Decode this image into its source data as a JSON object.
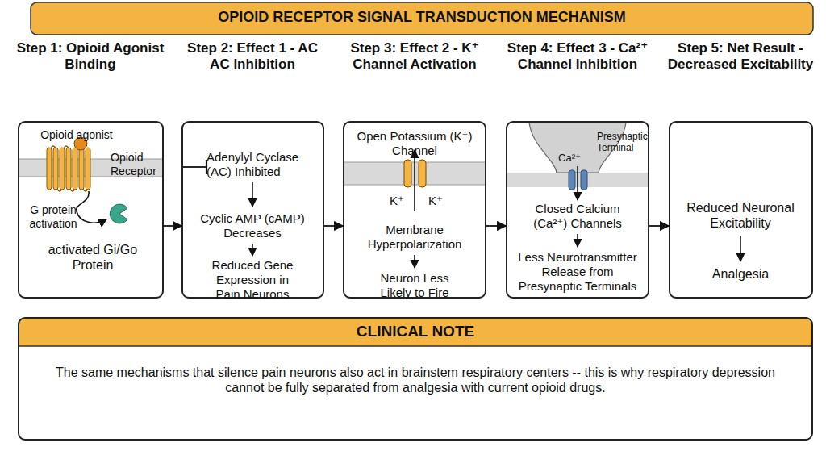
{
  "diagram": {
    "title": "OPIOID RECEPTOR SIGNAL TRANSDUCTION MECHANISM",
    "nodes": [
      {
        "text": [
          "Step 1: Opioid Agonist Binding",
          "Opioid agonist",
          "Opioid Receptor",
          "G protein activation",
          "activated Gi/Go Protein"
        ]
      },
      {
        "text": [
          "Step 2: Effect 1 - AC AC Inhibition",
          "Adenylyl Cyclase (AC) Inhibited",
          "Cyclic AMP (cAMP) Decreases",
          "Reduced Gene Expression in Pain Neurons"
        ]
      },
      {
        "text": [
          "Step 3: Effect 2 - K⁺ Channel Activation",
          "Open Potassium (K⁺) Channel",
          "K⁺",
          "K⁺",
          "Membrane Hyperpolarization",
          "Neuron Less Likely to Fire"
        ]
      },
      {
        "text": [
          "Step 4: Effect 3 - Ca²⁺ Channel Inhibition",
          "Presynaptic Terminal",
          "Ca²⁺",
          "Closed Calcium (Ca²⁺) Channels",
          "Less Neurotransmitter Release from Presynaptic Terminals"
        ]
      },
      {
        "text": [
          "Step 5: Net Result - Decreased Excitability",
          "Reduced Neuronal Excitability",
          "Analgesia"
        ]
      },
      {
        "text": [
          "CLINICAL NOTE",
          "The same mechanisms that silence pain neurons also act in brainstem respiratory centers -- this is why respiratory depression cannot be fully separated from analgesia with current opioid drugs."
        ]
      }
    ],
    "edges": [
      {
        "from": 0,
        "to": 1,
        "arrow": "to"
      },
      {
        "from": 1,
        "to": 2,
        "arrow": "to"
      },
      {
        "from": 2,
        "to": 3,
        "arrow": "to"
      },
      {
        "from": 3,
        "to": 4,
        "arrow": "to"
      }
    ]
  }
}
